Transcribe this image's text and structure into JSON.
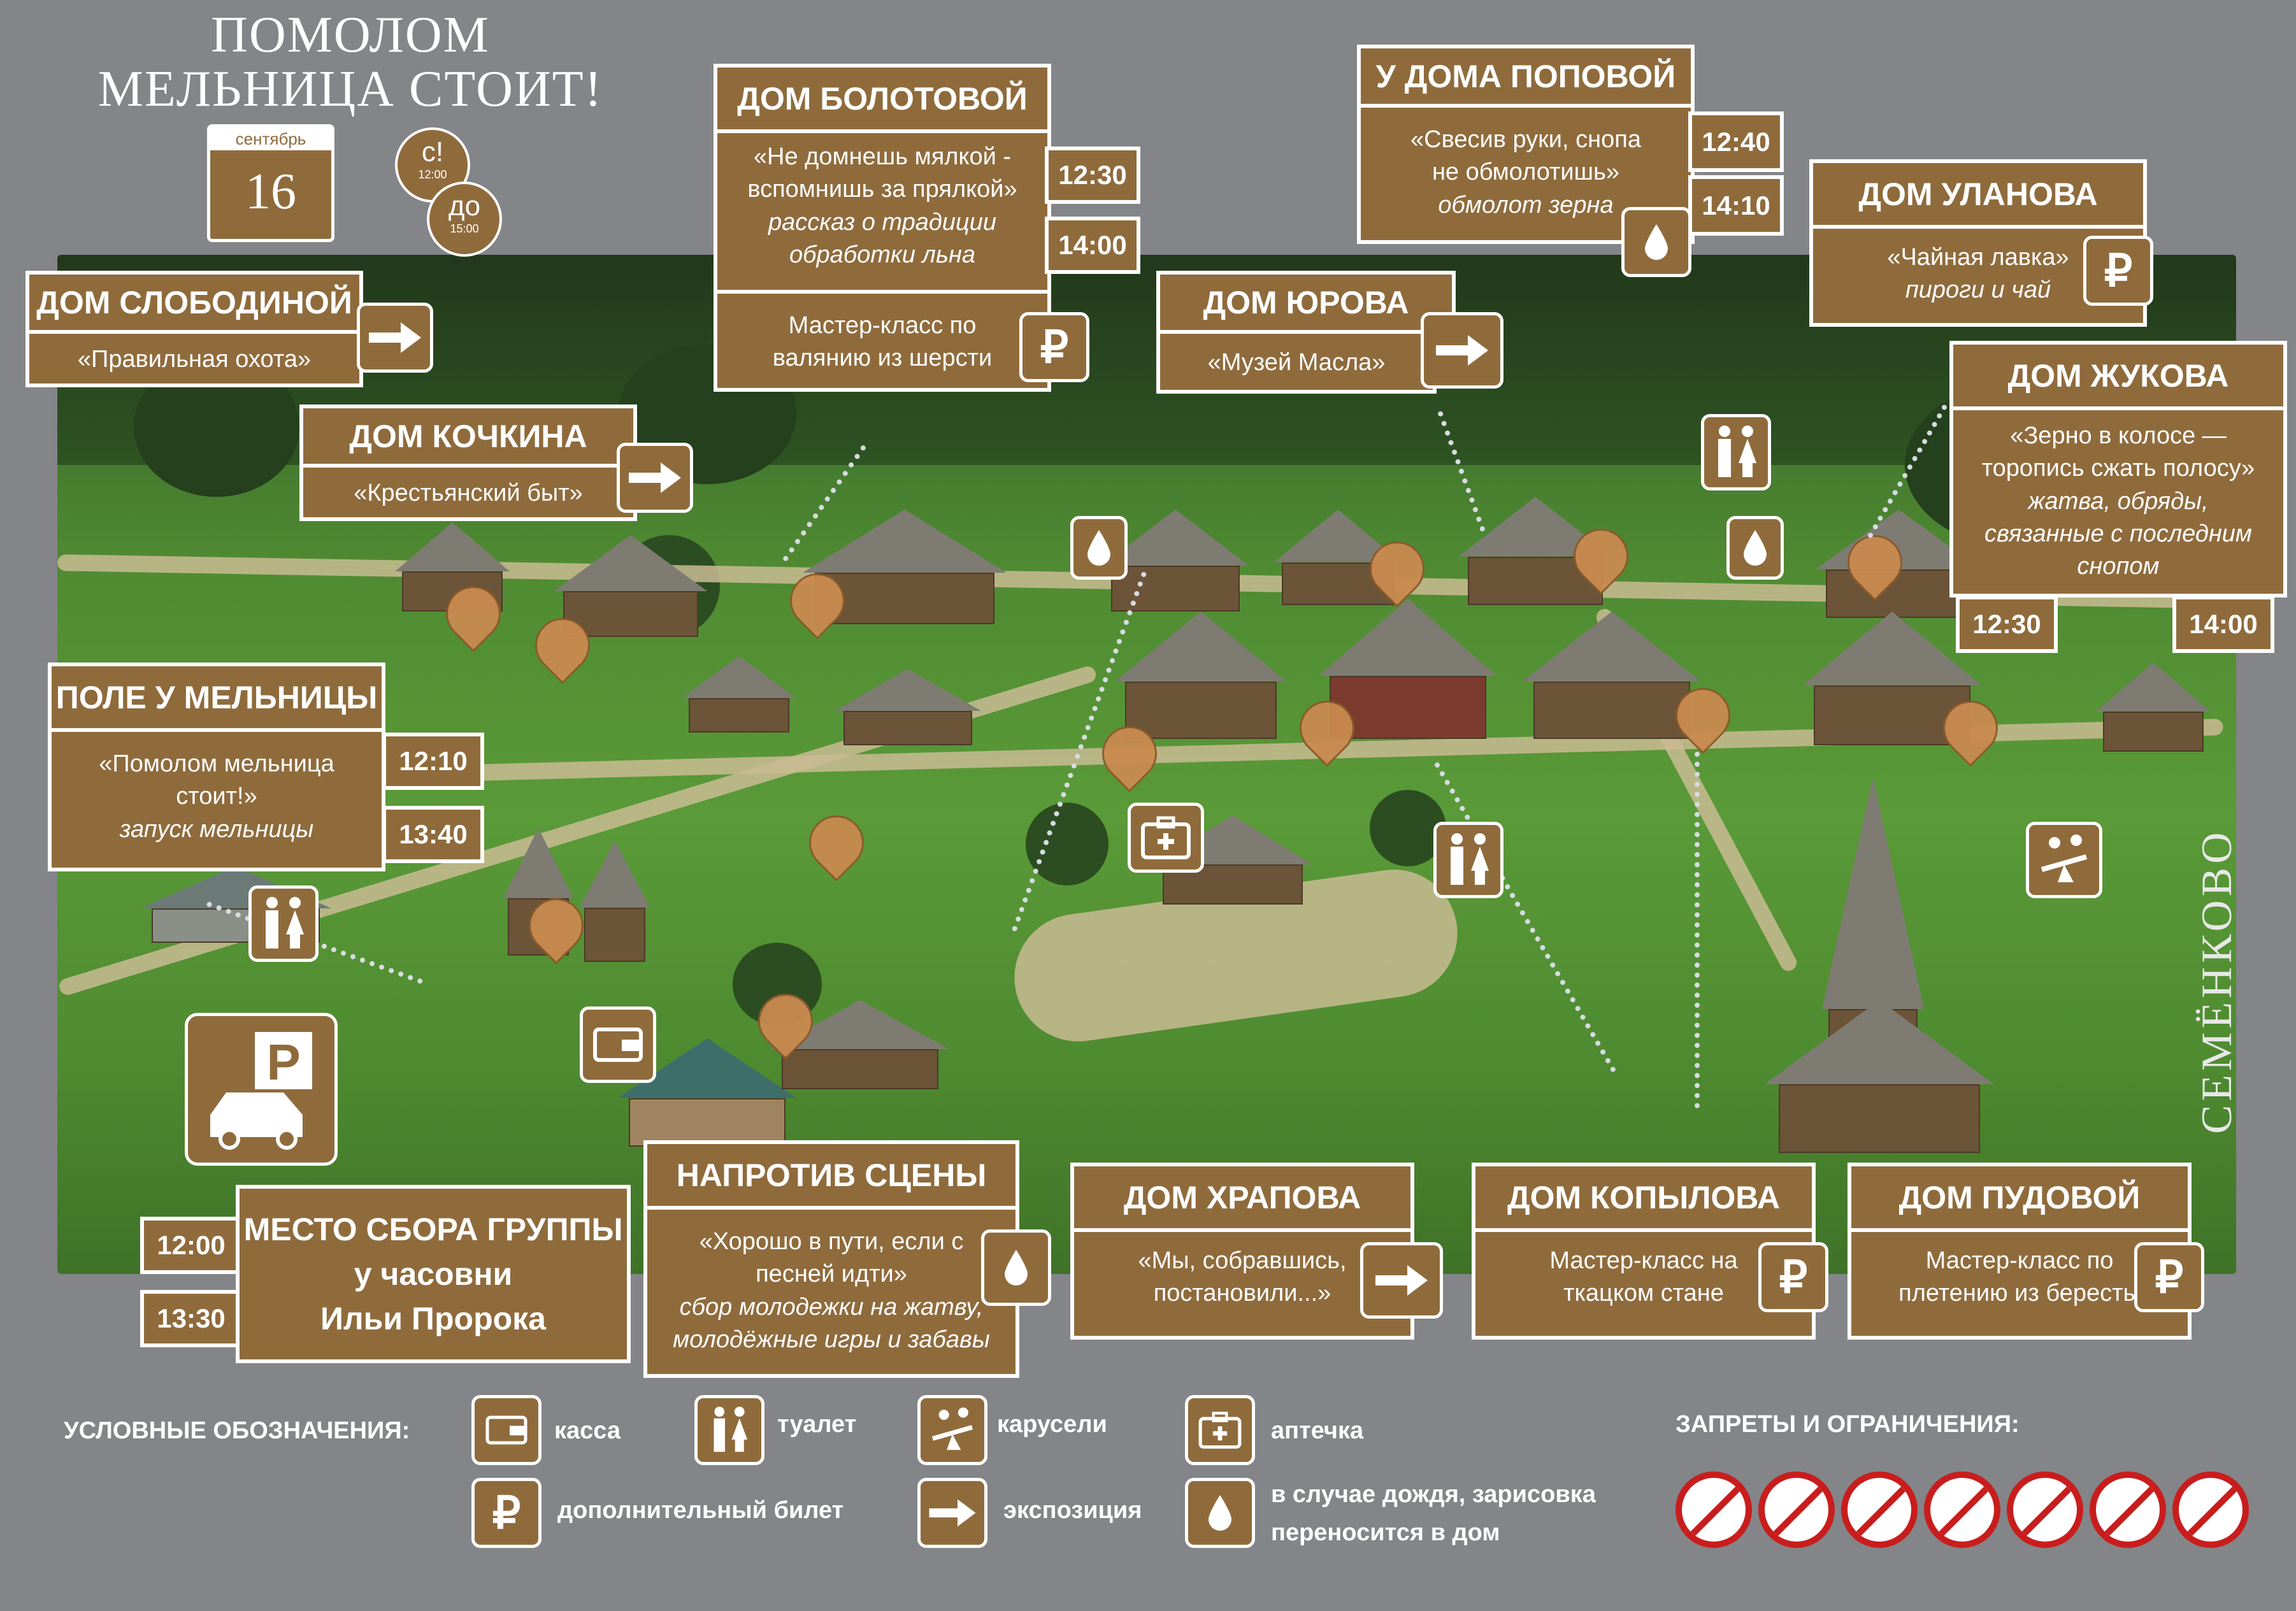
{
  "title": {
    "line1": "Помолом",
    "line2": "мельница стоит!"
  },
  "calendar": {
    "month": "сентябрь",
    "day": "16"
  },
  "badges": {
    "from": "с!",
    "from_time": "12:00",
    "to": "до",
    "to_time": "15:00"
  },
  "watermark": "СЕМЁНКОВО",
  "locations": {
    "slobodina": {
      "name": "ДОМ СЛОБОДИНОЙ",
      "text": "«Правильная охота»"
    },
    "kochkina": {
      "name": "ДОМ КОЧКИНА",
      "text": "«Крестьянский быт»"
    },
    "bolotova": {
      "name": "ДОМ БОЛОТОВОЙ",
      "text1": "«Не домнешь мялкой -",
      "text2": "вспомнишь за прялкой»",
      "desc1": "рассказ о традиции",
      "desc2": "обработки льна",
      "time1": "12:30",
      "time2": "14:00",
      "mk1": "Мастер-класс по",
      "mk2": "валянию из шерсти"
    },
    "yurova": {
      "name": "ДОМ ЮРОВА",
      "text": "«Музей Масла»"
    },
    "popova": {
      "name": "У ДОМА ПОПОВОЙ",
      "text1": "«Свесив руки, снопа",
      "text2": "не обмолотишь»",
      "desc": "обмолот зерна",
      "time1": "12:40",
      "time2": "14:10"
    },
    "ulanova": {
      "name": "ДОМ УЛАНОВА",
      "text": "«Чайная лавка»",
      "desc": "пироги и чай"
    },
    "zhukova": {
      "name": "ДОМ ЖУКОВА",
      "text1": "«Зерно в колосе —",
      "text2": "торопись сжать полосу»",
      "desc1": "жатва, обряды,",
      "desc2": "связанные с последним",
      "desc3": "снопом",
      "time1": "12:30",
      "time2": "14:00"
    },
    "pole": {
      "name": "ПОЛЕ У МЕЛЬНИЦЫ",
      "text1": "«Помолом мельница",
      "text2": "стоит!»",
      "desc": "запуск мельницы",
      "time1": "12:10",
      "time2": "13:40"
    },
    "sbor": {
      "line1": "МЕСТО СБОРА ГРУППЫ",
      "line2": "у часовни",
      "line3": "Ильи Пророка",
      "time1": "12:00",
      "time2": "13:30"
    },
    "scena": {
      "name": "НАПРОТИВ СЦЕНЫ",
      "text1": "«Хорошо в пути, если с",
      "text2": "песней идти»",
      "desc1": "сбор молодежки на жатву,",
      "desc2": "молодёжные игры и забавы"
    },
    "khrapova": {
      "name": "ДОМ ХРАПОВА",
      "text1": "«Мы, собравшись,",
      "text2": "постановили...»"
    },
    "kopylova": {
      "name": "ДОМ КОПЫЛОВА",
      "text1": "Мастер-класс на",
      "text2": "ткацком стане"
    },
    "pudovoy": {
      "name": "ДОМ ПУДОВОЙ",
      "text1": "Мастер-класс по",
      "text2": "плетению из бересты"
    }
  },
  "legend": {
    "title": "УСЛОВНЫЕ ОБОЗНАЧЕНИЯ:",
    "kassa": "касса",
    "toilet": "туалет",
    "carousel": "карусели",
    "firstaid": "аптечка",
    "ticket": "дополнительный билет",
    "exposition": "экспозиция",
    "rain1": "в случае дождя, зарисовка",
    "rain2": "переносится в дом",
    "bans_title": "ЗАПРЕТЫ И ОГРАНИЧЕНИЯ:"
  },
  "icons": {
    "ruble": "₽",
    "arrow": "arrow-right",
    "drop": "drop",
    "parking": "P"
  },
  "colors": {
    "brown": "#8f6b3c",
    "bg": "#838588",
    "pin": "#c98a4f",
    "ban": "#c91d1d"
  }
}
